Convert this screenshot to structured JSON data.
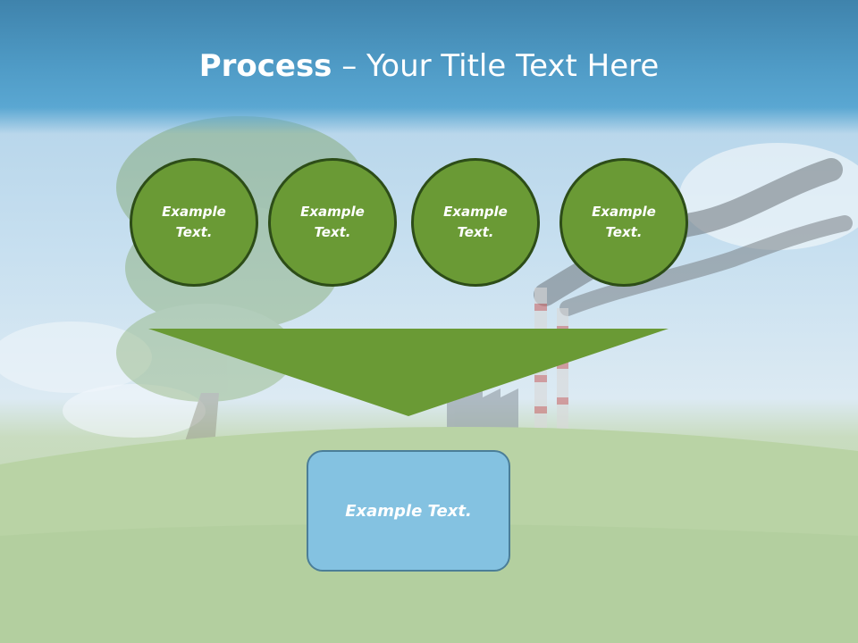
{
  "slide": {
    "title_bold": "Process",
    "title_rest": " – Your Title Text Here",
    "circles": [
      {
        "label": "Example Text."
      },
      {
        "label": "Example Text."
      },
      {
        "label": "Example Text."
      },
      {
        "label": "Example Text."
      }
    ],
    "result_label": "Example Text."
  },
  "colors": {
    "title_bar": "#4f9bc6",
    "circle_fill": "#6a9a35",
    "circle_border": "#2d4d18",
    "funnel_fill": "#6a9a35",
    "result_fill": "#84c2e1",
    "result_border": "#4b7e98"
  }
}
